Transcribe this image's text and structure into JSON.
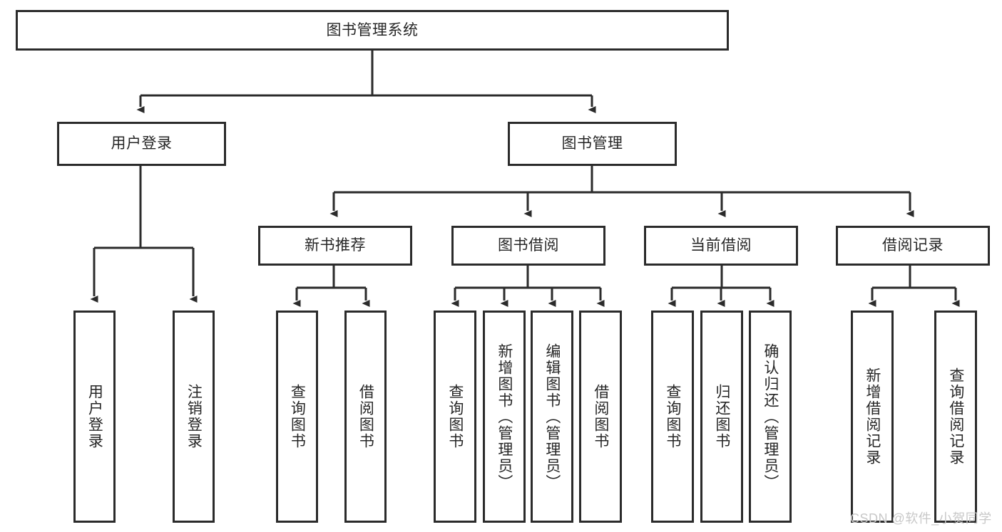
{
  "diagram": {
    "title": "图书管理系统",
    "type": "tree-hierarchy-diagram",
    "colors": {
      "background": "#ffffff",
      "box_border": "#2b2b2b",
      "box_fill": "#ffffff",
      "text": "#262626",
      "connector": "#2b2b2b",
      "watermark": "#c8c8c8"
    },
    "root": {
      "label": "图书管理系统"
    },
    "level2": [
      {
        "label": "用户登录"
      },
      {
        "label": "图书管理"
      }
    ],
    "level3": [
      {
        "label": "新书推荐"
      },
      {
        "label": "图书借阅"
      },
      {
        "label": "当前借阅"
      },
      {
        "label": "借阅记录"
      }
    ],
    "leaves": {
      "user_login": [
        {
          "label": "用户登录"
        },
        {
          "label": "注销登录"
        }
      ],
      "new_book_recommend": [
        {
          "label": "查询图书"
        },
        {
          "label": "借阅图书"
        }
      ],
      "book_borrow": [
        {
          "label": "查询图书"
        },
        {
          "label": "新增图书（管理员）"
        },
        {
          "label": "编辑图书（管理员）"
        },
        {
          "label": "借阅图书"
        }
      ],
      "current_borrow": [
        {
          "label": "查询图书"
        },
        {
          "label": "归还图书"
        },
        {
          "label": "确认归还（管理员）"
        }
      ],
      "borrow_record": [
        {
          "label": "新增借阅记录"
        },
        {
          "label": "查询借阅记录"
        }
      ]
    }
  },
  "watermark": {
    "text": "CSDN @软件_小贺同学"
  }
}
